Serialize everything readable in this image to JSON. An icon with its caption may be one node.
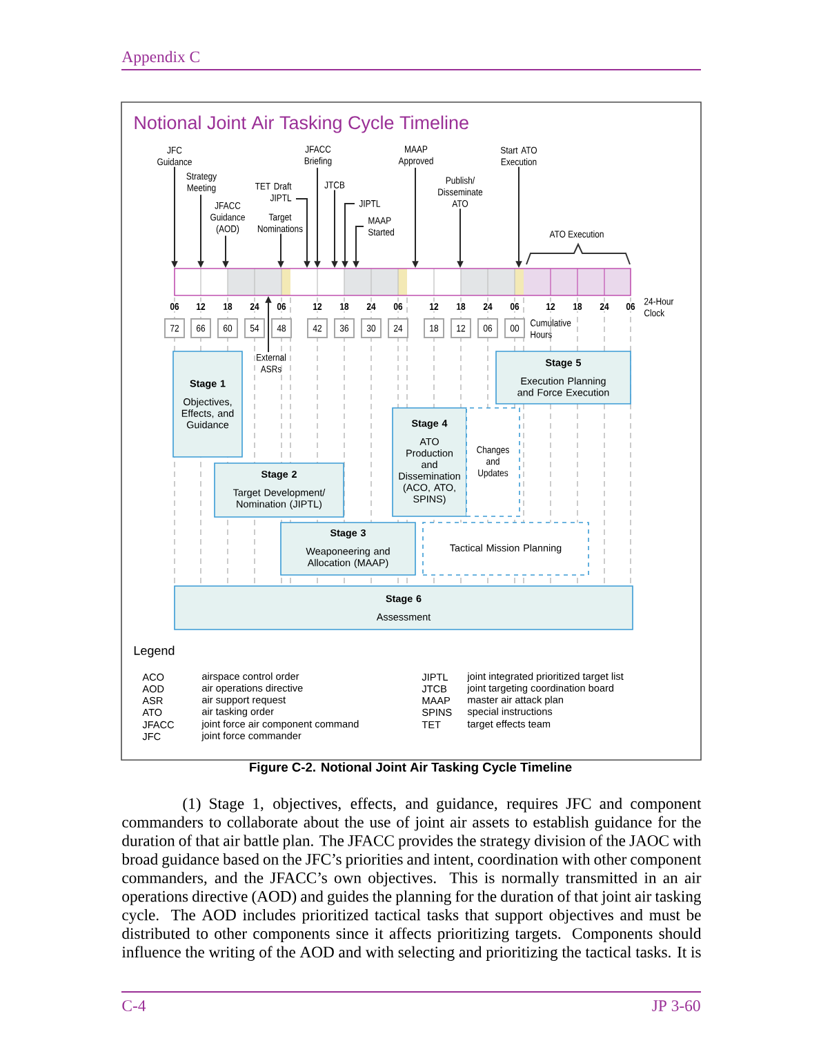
{
  "diagram": {
    "title": "Notional Joint Air Tasking Cycle Timeline",
    "caption": "Figure C-2. Notional Joint Air Tasking Cycle Timeline",
    "nodes": [
      {
        "text": [
          "JFC Guidance"
        ]
      },
      {
        "text": [
          "Strategy Meeting"
        ]
      },
      {
        "text": [
          "JFACC Guidance (AOD)"
        ]
      },
      {
        "text": [
          "Target Nominations"
        ]
      },
      {
        "text": [
          "TET Draft JIPTL"
        ]
      },
      {
        "text": [
          "JFACC Briefing"
        ]
      },
      {
        "text": [
          "JTCB"
        ]
      },
      {
        "text": [
          "JIPTL"
        ]
      },
      {
        "text": [
          "MAAP Started"
        ]
      },
      {
        "text": [
          "MAAP Approved"
        ]
      },
      {
        "text": [
          "Publish/ Disseminate ATO"
        ]
      },
      {
        "text": [
          "Start ATO Execution"
        ]
      },
      {
        "text": [],
        "shape": "bar"
      },
      {
        "text": [
          "External ASRs"
        ]
      },
      {
        "text": [
          "72"
        ]
      },
      {
        "text": [
          "66"
        ]
      },
      {
        "text": [
          "60"
        ]
      },
      {
        "text": [
          "54"
        ]
      },
      {
        "text": [
          "48"
        ]
      },
      {
        "text": [
          "42"
        ]
      },
      {
        "text": [
          "36"
        ]
      },
      {
        "text": [
          "30"
        ]
      },
      {
        "text": [
          "24"
        ]
      },
      {
        "text": [
          "18"
        ]
      },
      {
        "text": [
          "12"
        ]
      },
      {
        "text": [
          "06"
        ]
      },
      {
        "text": [
          "00"
        ]
      },
      {
        "text": [
          "Stage 1",
          "Objectives, Effects, and Guidance"
        ]
      },
      {
        "text": [
          "Stage 2",
          "Target Development/ Nomination (JIPTL)"
        ]
      },
      {
        "text": [
          "Stage 3",
          "Weaponeering and Allocation (MAAP)"
        ]
      },
      {
        "text": [
          "Stage 4",
          "ATO Production and Dissemination (ACO, ATO, SPINS)"
        ]
      },
      {
        "text": [
          "Changes and Updates"
        ]
      },
      {
        "text": [
          "Stage 5",
          "Execution Planning and Force Execution"
        ]
      },
      {
        "text": [
          "Tactical Mission Planning"
        ]
      },
      {
        "text": [
          "Stage 6",
          "Assessment"
        ]
      }
    ],
    "edges": [
      {
        "from": 0,
        "to": 12,
        "arrow": "to"
      },
      {
        "from": 1,
        "to": 12,
        "arrow": "to"
      },
      {
        "from": 2,
        "to": 12,
        "arrow": "to"
      },
      {
        "from": 3,
        "to": 12,
        "arrow": "to"
      },
      {
        "from": 4,
        "to": 12,
        "arrow": "to"
      },
      {
        "from": 5,
        "to": 12,
        "arrow": "to"
      },
      {
        "from": 6,
        "to": 12,
        "arrow": "to"
      },
      {
        "from": 7,
        "to": 12,
        "arrow": "to"
      },
      {
        "from": 8,
        "to": 12,
        "arrow": "to"
      },
      {
        "from": 9,
        "to": 12,
        "arrow": "to"
      },
      {
        "from": 10,
        "to": 12,
        "arrow": "to"
      },
      {
        "from": 11,
        "to": 12,
        "arrow": "to"
      },
      {
        "from": 13,
        "to": 12,
        "arrow": "to"
      }
    ],
    "labels": [
      "Appendix C",
      "ATO Execution",
      "06",
      "12",
      "18",
      "24",
      "06",
      "12",
      "18",
      "24",
      "06",
      "12",
      "18",
      "24",
      "06",
      "12",
      "18",
      "24",
      "06",
      "24-Hour Clock",
      "Cumulative Hours",
      "Legend",
      "ACO",
      "airspace control order",
      "JIPTL",
      "joint integrated prioritized target list",
      "AOD",
      "air operations directive",
      "JTCB",
      "joint targeting coordination board",
      "ASR",
      "air support request",
      "MAAP",
      "master air attack plan",
      "ATO",
      "air tasking order",
      "SPINS",
      "special instructions",
      "JFACC",
      "joint force air component command",
      "TET",
      "target effects team",
      "JFC",
      "joint force commander",
      "(1) Stage 1, objectives, effects, and guidance, requires JFC and component commanders to collaborate about the use of joint air assets to establish guidance for the duration of that air battle plan. The JFACC provides the strategy division of the JAOC with broad guidance based on the JFC’s priorities and intent, coordination with other component commanders, and the JFACC’s own objectives. This is normally transmitted in an air operations directive (AOD) and guides the planning for the duration of that joint air tasking cycle. The AOD includes prioritized tactical tasks that support objectives and must be distributed to other components since it affects prioritizing targets. Components should influence the writing of the AOD and with selecting and prioritizing the tactical tasks. It is",
      "C-4",
      "JP 3-60"
    ]
  }
}
